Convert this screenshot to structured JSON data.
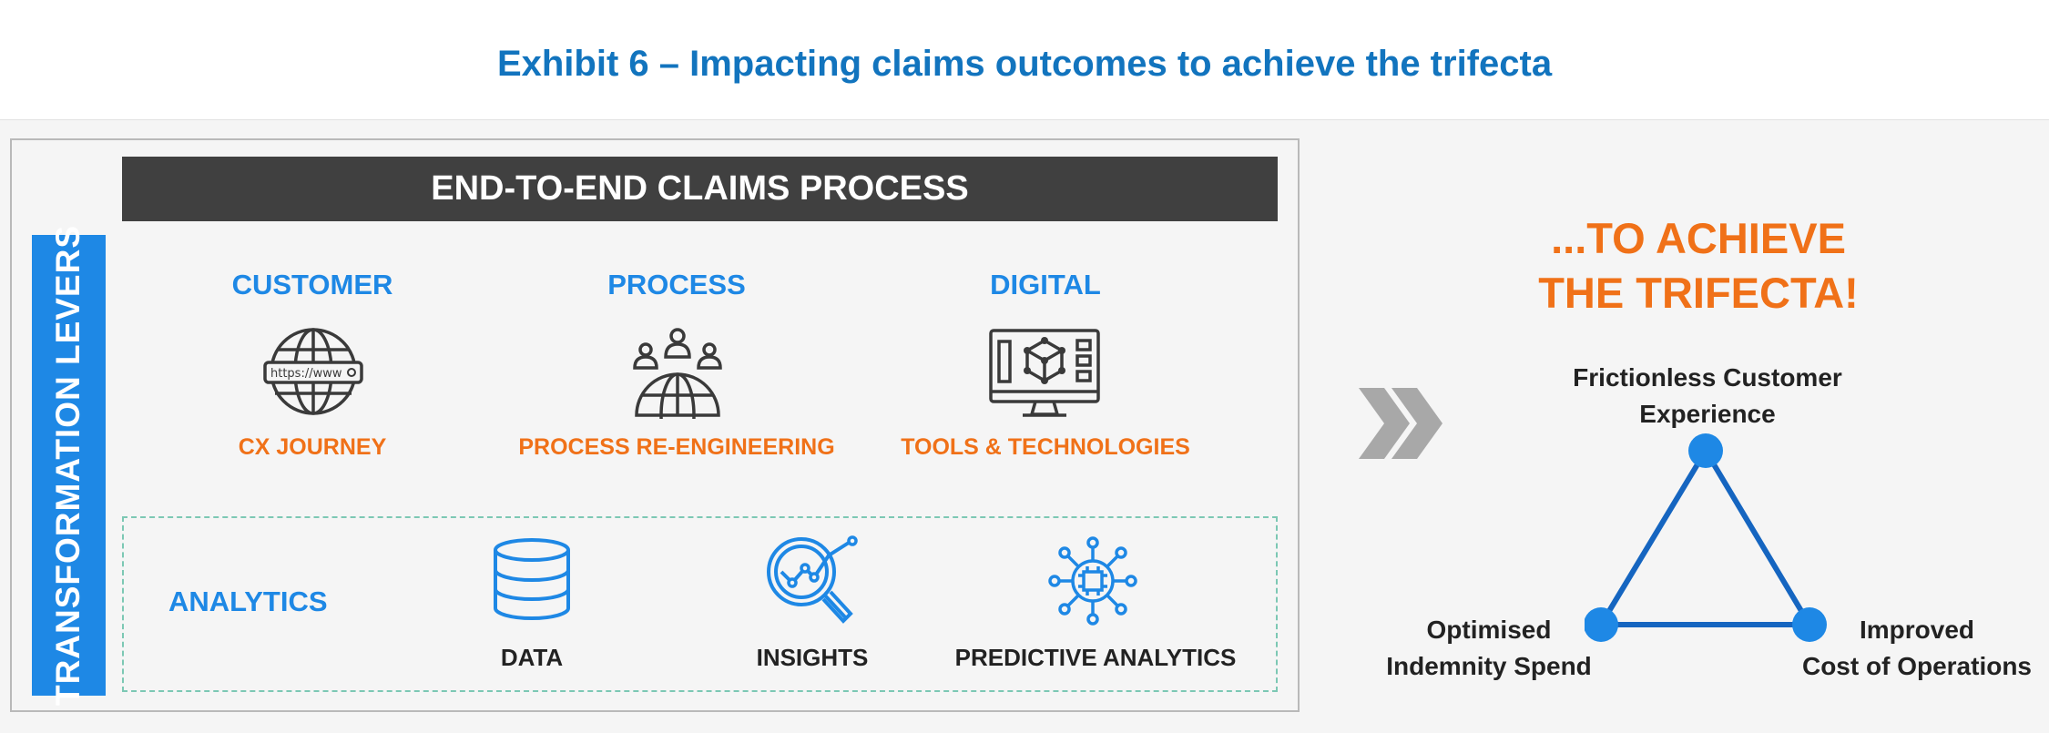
{
  "title": "Exhibit 6 – Impacting claims outcomes to achieve the trifecta",
  "header": "END-TO-END CLAIMS PROCESS",
  "side_label": "TRANSFORMATION LEVERS",
  "levers": [
    {
      "category": "CUSTOMER",
      "subtitle": "CX JOURNEY",
      "icon": "globe-url-icon",
      "url_text": "https://www"
    },
    {
      "category": "PROCESS",
      "subtitle": "PROCESS RE-ENGINEERING",
      "icon": "people-globe-icon"
    },
    {
      "category": "DIGITAL",
      "subtitle": "TOOLS & TECHNOLOGIES",
      "icon": "monitor-cube-icon"
    }
  ],
  "analytics": {
    "label": "ANALYTICS",
    "items": [
      {
        "label": "DATA",
        "icon": "database-icon"
      },
      {
        "label": "INSIGHTS",
        "icon": "magnifier-chart-icon"
      },
      {
        "label": "PREDICTIVE ANALYTICS",
        "icon": "chip-network-icon"
      }
    ]
  },
  "trifecta": {
    "line1": "...TO ACHIEVE",
    "line2": "THE TRIFECTA!",
    "top_line1": "Frictionless Customer",
    "top_line2": "Experience",
    "left_line1": "Optimised",
    "left_line2": "Indemnity Spend",
    "right_line1": "Improved",
    "right_line2": "Cost of Operations"
  },
  "colors": {
    "blue": "#1e88e5",
    "title_blue": "#1274be",
    "orange": "#f07118",
    "dark_bar": "#404040",
    "triangle": "#1565c0"
  }
}
